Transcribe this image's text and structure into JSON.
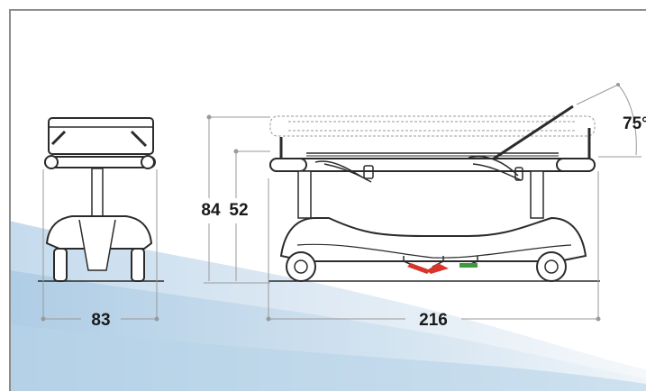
{
  "dimensions": {
    "side_width": "83",
    "overall_length": "216",
    "max_height": "84",
    "min_height": "52",
    "backrest_angle": "75°"
  },
  "colors": {
    "outline": "#2b2b2b",
    "dimension_line": "#9a9a9a",
    "frame_border": "#8c8c8c",
    "pedal_red": "#d9342b",
    "pedal_green": "#3f9a3a",
    "swoosh_light": "#e4eff7",
    "swoosh_mid": "#bcd6ea"
  }
}
